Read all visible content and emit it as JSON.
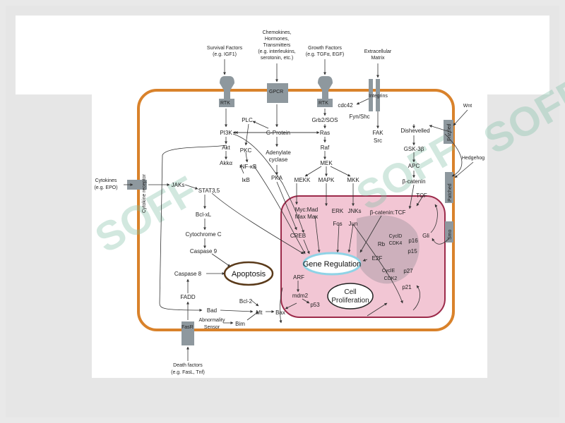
{
  "watermark": {
    "text": "SOFF",
    "color": "#7fbfa6"
  },
  "colors": {
    "cell_membrane": "#d9822b",
    "nucleus_fill": "#f2c6d4",
    "nucleus_stroke": "#9c2a4a",
    "gene_reg_ring": "#8fd3e6"
  },
  "inputs": {
    "survival": [
      "Survival Factors",
      "(e.g. IGF1)"
    ],
    "chemokines": [
      "Chemokines,",
      "Hormones,",
      "Transmitters",
      "(e.g. interleukins,",
      "serotonin, etc.)"
    ],
    "growth": [
      "Growth Factors",
      "(e.g. TGFα, EGF)"
    ],
    "ecm": [
      "Extracellular",
      "Matrix"
    ],
    "cytokines": [
      "Cytokines",
      "(e.g. EPO)"
    ],
    "wnt": "Wnt",
    "hedgehog": "Hedgehog",
    "death": [
      "Death factors",
      "(e.g. FasL, Tnf)"
    ]
  },
  "receptors": {
    "rtk1": "RTK",
    "gpcr": "GPCR",
    "rtk2": "RTK",
    "integrins": "Integrins",
    "cytokine_receptor": "Cytokine receptor",
    "frizzled": "Frizzled",
    "patched": "Patched",
    "smo": "Smo",
    "fasr": "FasR"
  },
  "nodes": {
    "cdc42": "cdc42",
    "fyn_shc": "Fyn/Shc",
    "grb2_sos": "Grb2/SOS",
    "pi3k": "PI3K",
    "plc": "PLC",
    "g_protein": "G-Protein",
    "ras": "Ras",
    "fak": "FAK",
    "src": "Src",
    "akt": "Akt",
    "akk": "Akkα",
    "pkc": "PKC",
    "nfkb": "NF-κB",
    "adenylate": [
      "Adenylate",
      "cyclase"
    ],
    "raf": "Raf",
    "dishevelled": "Dishevelled",
    "gsk3b": "GSK-3β",
    "apc": "APC",
    "ikb": "IκB",
    "pka": "PKA",
    "mek": "MEK",
    "jaks": "JAKs",
    "stat35": "STAT3,5",
    "mekk": "MEKK",
    "mapk": "MAPK",
    "mkk": "MKK",
    "bcatenin": "β-catenin",
    "tcf": "TCF",
    "bclxl": "Bcl-xL",
    "myc_max": [
      "Myc:Mad",
      "Max Max"
    ],
    "erk": "ERK",
    "jnks": "JNKs",
    "bcat_tcf": "β-catenin:TCF",
    "fos": "Fos",
    "jun": "Jun",
    "cytochrome_c": "Cytochrome C",
    "creb": "CREB",
    "gli": "Gli",
    "cyclind": "CyclD",
    "cdk4": "CDK4",
    "p16": "p16",
    "p15": "p15",
    "rb": "Rb",
    "caspase9": "Caspase 9",
    "e2f": "E2F",
    "caspase8": "Caspase 8",
    "cycle": "CyclE",
    "cdk2": "CDK2",
    "p27": "p27",
    "arf": "ARF",
    "p21": "p21",
    "fadd": "FADD",
    "mdm2": "mdm2",
    "bcl2": "Bcl-2",
    "bad": "Bad",
    "bax": "Bax",
    "p53": "p53",
    "mt": "Mt",
    "abnormality": [
      "Abnormality",
      "Sensor"
    ],
    "bim": "Bim"
  },
  "boxes": {
    "gene_regulation": "Gene Regulation",
    "apoptosis": "Apoptosis",
    "cell_proliferation": [
      "Cell",
      "Proliferation"
    ]
  }
}
